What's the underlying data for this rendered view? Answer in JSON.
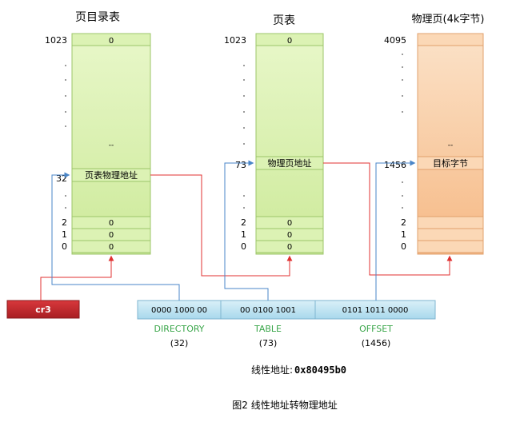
{
  "columns": {
    "directory": {
      "title": "页目录表",
      "top_index": "1023",
      "top_value": "0",
      "mid_marker": "--",
      "entry_index": "32",
      "entry_label": "页表物理地址",
      "rows": [
        {
          "index": "2",
          "value": "0"
        },
        {
          "index": "1",
          "value": "0"
        },
        {
          "index": "0",
          "value": "0"
        }
      ]
    },
    "table": {
      "title": "页表",
      "top_index": "1023",
      "top_value": "0",
      "entry_index": "73",
      "entry_label": "物理页地址",
      "rows": [
        {
          "index": "2",
          "value": "0"
        },
        {
          "index": "1",
          "value": "0"
        },
        {
          "index": "0",
          "value": "0"
        }
      ]
    },
    "page": {
      "title": "物理页(4k字节)",
      "top_index": "4095",
      "mid_marker": "--",
      "entry_index": "1456",
      "entry_label": "目标字节",
      "rows": [
        {
          "index": "2"
        },
        {
          "index": "1"
        },
        {
          "index": "0"
        }
      ]
    }
  },
  "register": {
    "label": "cr3"
  },
  "address": {
    "segments": [
      {
        "bits": "0000 1000 00",
        "name": "DIRECTORY",
        "value": "(32)"
      },
      {
        "bits": "00 0100 1001",
        "name": "TABLE",
        "value": "(73)"
      },
      {
        "bits": "0101 1011 0000",
        "name": "OFFSET",
        "value": "(1456)"
      }
    ],
    "linear_label": "线性地址:",
    "linear_value": "0x80495b0"
  },
  "caption": "图2  线性地址转物理地址",
  "colors": {
    "green_fill": "#d6f0a8",
    "green_stroke": "#9cc56a",
    "orange_fill": "#f8c79a",
    "orange_stroke": "#e0a06c",
    "blue_fill": "#bfe3f1",
    "blue_stroke": "#7fb6d0",
    "arrow_red": "#e03030",
    "arrow_blue": "#4a86c8",
    "register_fill": "#c0282c",
    "label_green": "#3aa64a"
  }
}
